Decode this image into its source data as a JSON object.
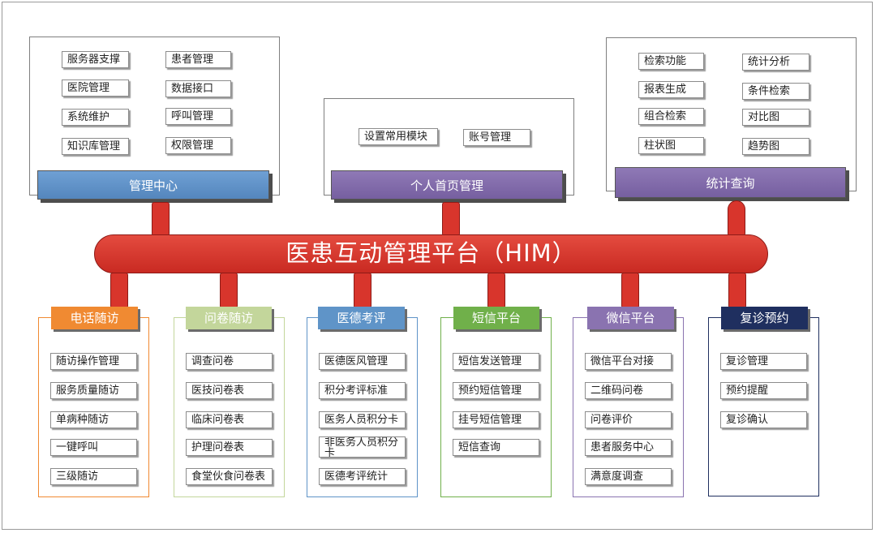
{
  "title": "医患互动管理平台（HIM）",
  "top_panels": {
    "mgmt": {
      "label": "管理中心",
      "items": [
        "服务器支撑",
        "患者管理",
        "医院管理",
        "数据接口",
        "系统维护",
        "呼叫管理",
        "知识库管理",
        "权限管理"
      ]
    },
    "home": {
      "label": "个人首页管理",
      "items": [
        "设置常用模块",
        "账号管理"
      ]
    },
    "stats": {
      "label": "统计查询",
      "items": [
        "检索功能",
        "统计分析",
        "报表生成",
        "条件检索",
        "组合检索",
        "对比图",
        "柱状图",
        "趋势图"
      ]
    }
  },
  "columns": [
    {
      "label": "电话随访",
      "color": "#f08a32",
      "border": "#f08a32",
      "items": [
        "随访操作管理",
        "服务质量随访",
        "单病种随访",
        "一键呼叫",
        "三级随访"
      ]
    },
    {
      "label": "问卷随访",
      "color": "#c3d69b",
      "border": "#c3d69b",
      "items": [
        "调查问卷",
        "医技问卷表",
        "临床问卷表",
        "护理问卷表",
        "食堂伙食问卷表"
      ]
    },
    {
      "label": "医德考评",
      "color": "#5f94c8",
      "border": "#5f94c8",
      "items": [
        "医德医风管理",
        "积分考评标准",
        "医务人员积分卡",
        "非医务人员积分卡",
        "医德考评统计"
      ]
    },
    {
      "label": "短信平台",
      "color": "#70b04a",
      "border": "#70b04a",
      "items": [
        "短信发送管理",
        "预约短信管理",
        "挂号短信管理",
        "短信查询"
      ]
    },
    {
      "label": "微信平台",
      "color": "#8a73b0",
      "border": "#8a73b0",
      "items": [
        "微信平台对接",
        "二维码问卷",
        "问卷评价",
        "患者服务中心",
        "满意度调查"
      ]
    },
    {
      "label": "复诊预约",
      "color": "#1f2f5f",
      "border": "#1f2f5f",
      "items": [
        "复诊管理",
        "预约提醒",
        "复诊确认"
      ]
    }
  ]
}
